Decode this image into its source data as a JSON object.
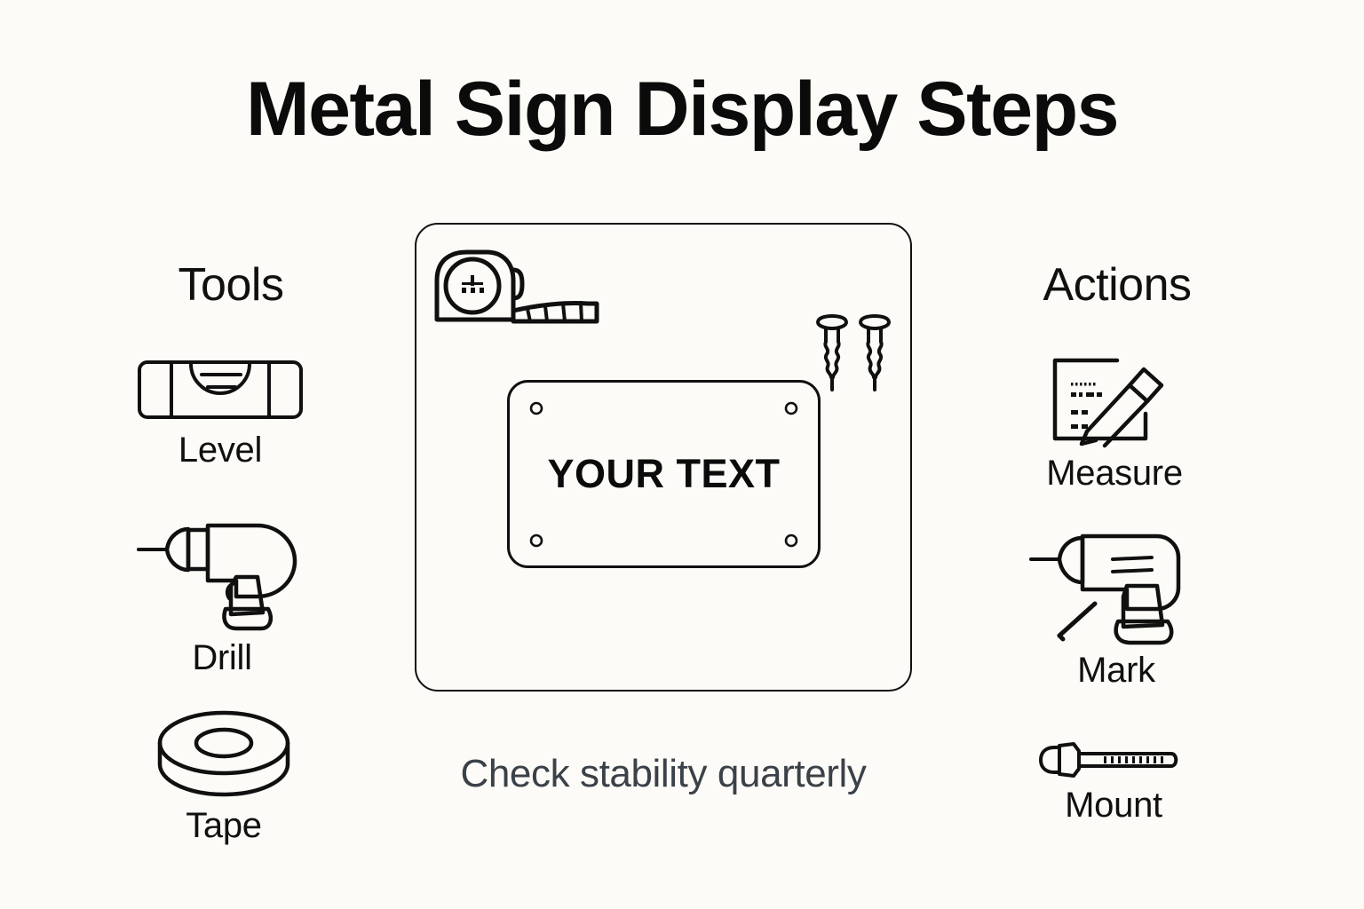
{
  "page": {
    "title": "Metal Sign Display Steps",
    "background_color": "#FDFBF7",
    "ink_color": "#101010",
    "caption_color": "#3B4148"
  },
  "tools_column": {
    "header": "Tools",
    "items": [
      {
        "label": "Level",
        "icon": "spirit-level-icon"
      },
      {
        "label": "Drill",
        "icon": "power-drill-icon"
      },
      {
        "label": "Tape",
        "icon": "tape-roll-icon"
      }
    ]
  },
  "actions_column": {
    "header": "Actions",
    "items": [
      {
        "label": "Measure",
        "icon": "note-and-pencil-icon"
      },
      {
        "label": "Mark",
        "icon": "drill-with-marker-icon"
      },
      {
        "label": "Mount",
        "icon": "bolt-icon"
      }
    ]
  },
  "center_panel": {
    "sign_text": "YOUR TEXT",
    "artwork": [
      {
        "name": "tape-measure-icon"
      },
      {
        "name": "screws-icon",
        "count": 2
      },
      {
        "name": "sign-plaque",
        "mounting_holes": 4
      }
    ]
  },
  "caption": "Check stability quarterly"
}
